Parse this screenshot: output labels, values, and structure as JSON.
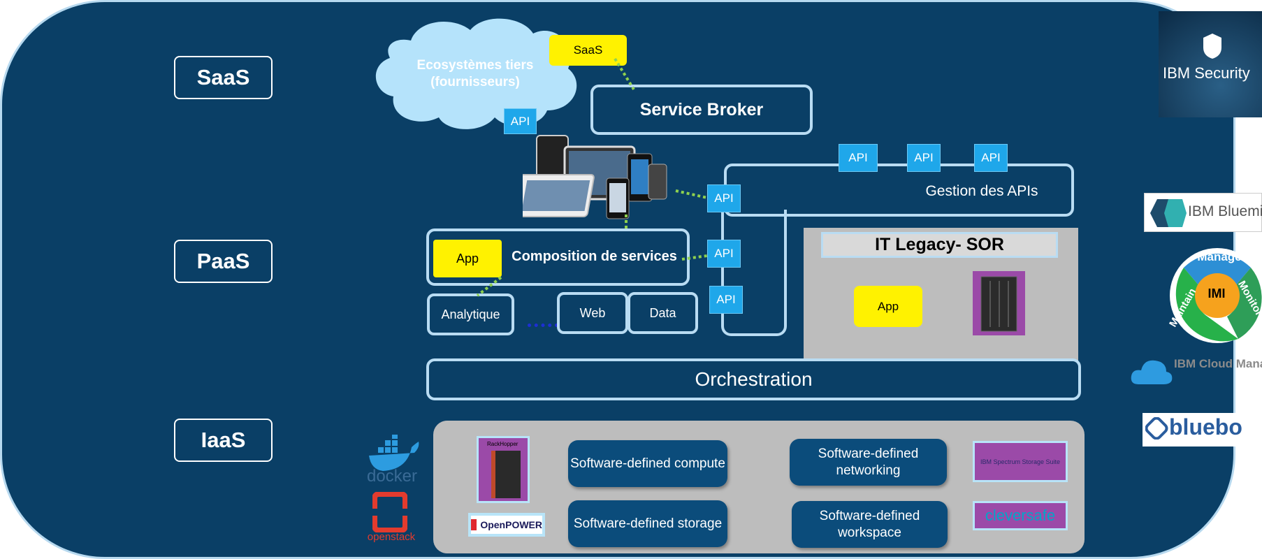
{
  "layers": {
    "saas": "SaaS",
    "paas": "PaaS",
    "iaas": "IaaS"
  },
  "cloud": {
    "title_line1": "Ecosystèmes tiers",
    "title_line2": "(fournisseurs)",
    "saas_tag": "SaaS",
    "api_tag": "API"
  },
  "service_broker": "Service Broker",
  "gestion_apis": {
    "label": "Gestion des APIs",
    "api_tags": [
      "API",
      "API",
      "API"
    ]
  },
  "connector_apis": [
    "API",
    "API",
    "API"
  ],
  "composition": {
    "label": "Composition de services",
    "app": "App"
  },
  "services": {
    "analytique": "Analytique",
    "web": "Web",
    "data": "Data"
  },
  "legacy": {
    "title": "IT Legacy- SOR",
    "app": "App"
  },
  "orchestration": "Orchestration",
  "infrastructure": {
    "compute": "Software-defined compute",
    "networking": "Software-defined networking",
    "storage": "Software-defined storage",
    "workspace": "Software-defined workspace",
    "openpower": "OpenPOWER",
    "cleversafe": "cleversafe",
    "rackhopper": "RackHopper",
    "spectrum": "IBM Spectrum Storage Suite"
  },
  "logos": {
    "docker": "docker",
    "openstack": "openstack",
    "ibm_security": "IBM Security",
    "ibm_bluemix": "IBM Bluemix",
    "imi": {
      "center": "IMI",
      "manage": "Manage",
      "monitor": "Monitor",
      "maintain": "Maintain"
    },
    "ibm_cloud_managed": "IBM Cloud Managed Serv",
    "bluebox": "bluebo"
  },
  "colors": {
    "panel": "#0a3f66",
    "border": "#b9dcf3",
    "api": "#1fa7ea",
    "app": "#fff200",
    "grey": "#bdbdbd",
    "dotted": "#8fd14f"
  }
}
